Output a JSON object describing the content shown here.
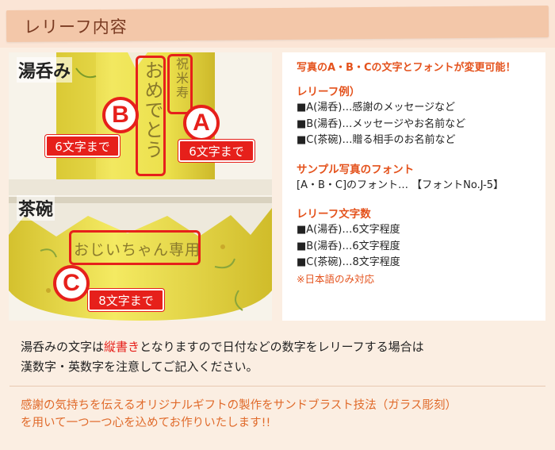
{
  "header": {
    "title": "レリーフ内容"
  },
  "photo": {
    "yunomi_label": "湯呑み",
    "chawan_label": "茶碗",
    "engraving_a": "祝米寿",
    "engraving_b": "おめでとう",
    "engraving_c": "おじいちゃん専用",
    "marker_a": "A",
    "marker_b": "B",
    "marker_c": "C",
    "tag_a": "6文字まで",
    "tag_b": "6文字まで",
    "tag_c": "8文字まで"
  },
  "info": {
    "headline": "写真のA・B・Cの文字とフォントが変更可能！",
    "example_title": "レリーフ例）",
    "example_lines": [
      "■A(湯呑)…感謝のメッセージなど",
      "■B(湯呑)…メッセージやお名前など",
      "■C(茶碗)…贈る相手のお名前など"
    ],
    "font_title": "サンプル写真のフォント",
    "font_line": "[A・B・C]のフォント… 【フォントNo.J-5】",
    "count_title": "レリーフ文字数",
    "count_lines": [
      "■A(湯呑)…6文字程度",
      "■B(湯呑)…6文字程度",
      "■C(茶碗)…8文字程度"
    ],
    "count_note": "※日本語のみ対応"
  },
  "notice": {
    "part1": "湯呑みの文字は",
    "emphasis": "縦書き",
    "part2": "となりますので日付などの数字をレリーフする場合は",
    "line2": "漢数字・英数字を注意してご記入ください。"
  },
  "closing": {
    "line1": "感謝の気持ちを伝えるオリジナルギフトの製作をサンドブラスト技法（ガラス彫刻）",
    "line2": "を用いて一つ一つ心を込めてお作りいたします!!"
  },
  "colors": {
    "accent_red": "#e6201b",
    "accent_orange": "#e4521c",
    "background": "#fbeee2",
    "header_tape": "#f3c7a9",
    "ceramic_yellow": "#e9dc4a"
  }
}
